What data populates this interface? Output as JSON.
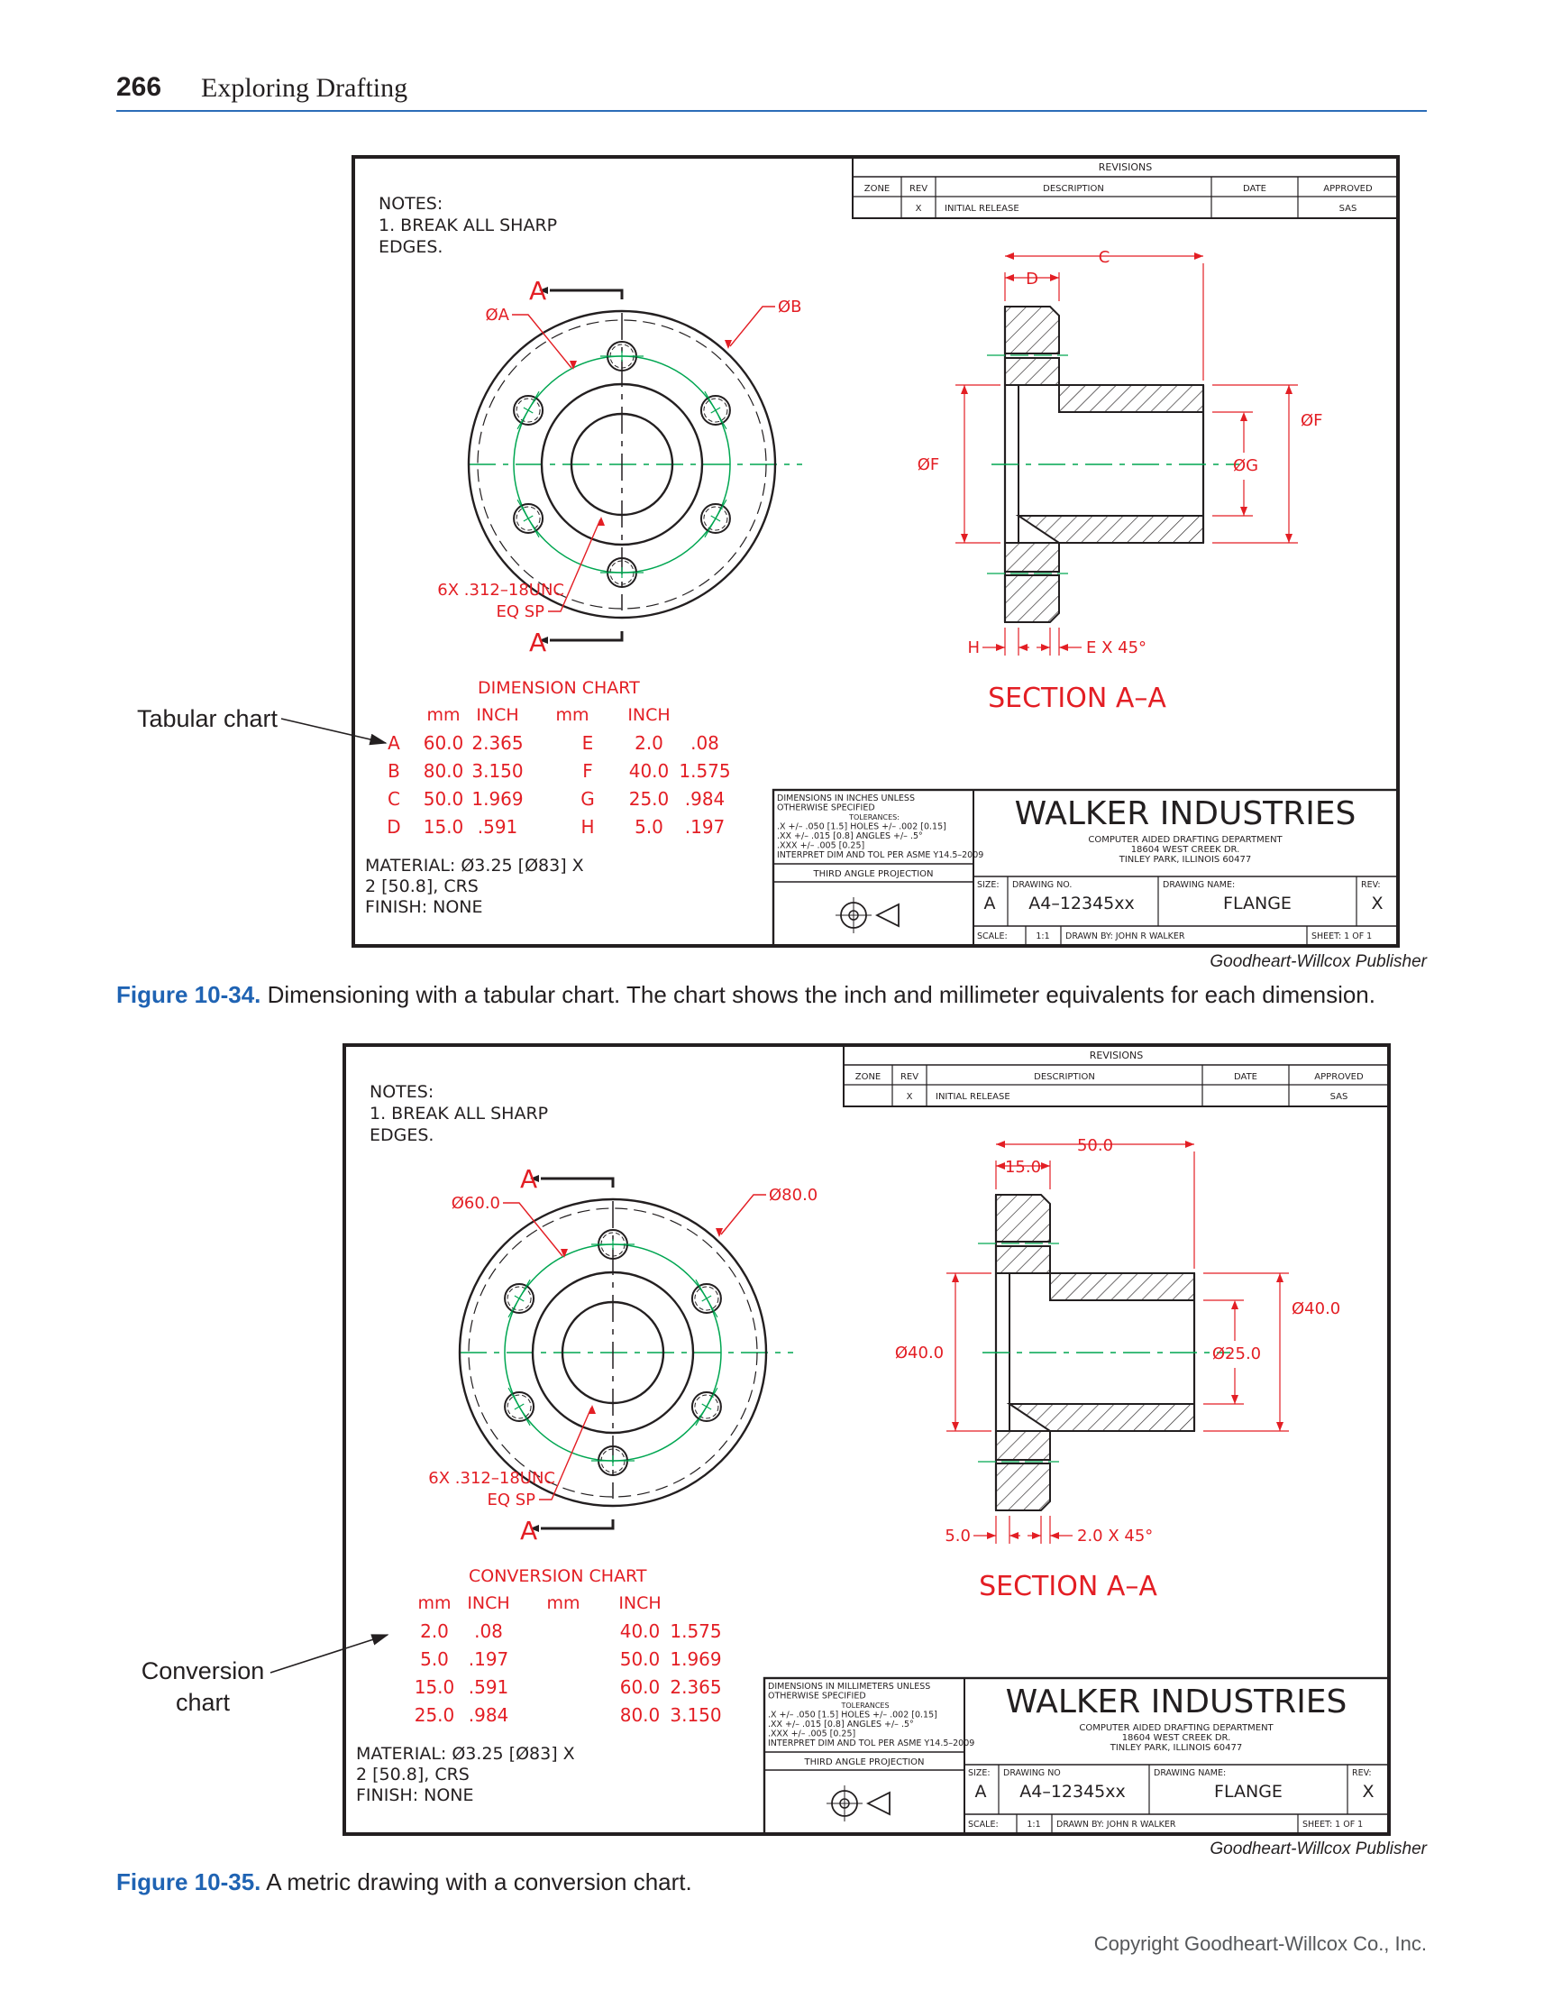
{
  "page": {
    "number": "266",
    "book_title": "Exploring Drafting",
    "copyright": "Copyright Goodheart-Willcox Co., Inc."
  },
  "colors": {
    "accent_blue": "#1f63b3",
    "dimension_red": "#e31e24",
    "centerline_green": "#00a651",
    "ink": "#231f20"
  },
  "figures": [
    {
      "id": "fig1",
      "label": "Figure 10-34.",
      "caption": " Dimensioning with a tabular chart. The chart shows the inch and millimeter equivalents for each dimension.",
      "credit": "Goodheart-Willcox Publisher",
      "callout_lines": [
        "Tabular chart"
      ],
      "drawing": {
        "revisions": {
          "title": "REVISIONS",
          "headers": [
            "ZONE",
            "REV",
            "DESCRIPTION",
            "DATE",
            "APPROVED"
          ],
          "row": [
            "",
            "X",
            "INITIAL RELEASE",
            "",
            "SAS"
          ]
        },
        "notes": [
          "NOTES:",
          "1. BREAK ALL SHARP",
          "EDGES."
        ],
        "front_labels": {
          "cut_top": "A",
          "cut_bottom": "A",
          "dia_a": "ØA",
          "dia_b": "ØB",
          "thread_1": "6X .312–18UNC",
          "thread_2": "EQ SP"
        },
        "section_labels": {
          "c": "C",
          "d": "D",
          "f_left": "ØF",
          "f_right": "ØF",
          "g": "ØG",
          "h": "H",
          "chamfer": "E X 45°",
          "title": "SECTION A–A"
        },
        "chart": {
          "title": "DIMENSION CHART",
          "headers": [
            "mm",
            "INCH",
            "mm",
            "INCH"
          ],
          "rows": [
            [
              "A",
              "60.0",
              "2.365",
              "E",
              "2.0",
              ".08"
            ],
            [
              "B",
              "80.0",
              "3.150",
              "F",
              "40.0",
              "1.575"
            ],
            [
              "C",
              "50.0",
              "1.969",
              "G",
              "25.0",
              ".984"
            ],
            [
              "D",
              "15.0",
              ".591",
              "H",
              "5.0",
              ".197"
            ]
          ]
        },
        "material": [
          "MATERIAL: Ø3.25 [Ø83] X",
          "2 [50.8], CRS",
          "FINISH: NONE"
        ],
        "tolerance_block": {
          "lines": [
            "DIMENSIONS IN INCHES UNLESS",
            "OTHERWISE SPECIFIED",
            "TOLERANCES:",
            ".X  +/– .050 [1.5]   HOLES  +/– .002 [0.15]",
            ".XX  +/– .015 [0.8]   ANGLES +/– .5°",
            ".XXX +/– .005 [0.25]",
            "INTERPRET DIM AND TOL PER ASME Y14.5–2009"
          ],
          "projection": "THIRD ANGLE PROJECTION"
        },
        "title_block": {
          "company": "WALKER   INDUSTRIES",
          "dept": [
            "COMPUTER AIDED DRAFTING DEPARTMENT",
            "18604 WEST CREEK DR.",
            "TINLEY PARK, ILLINOIS 60477"
          ],
          "size_label": "SIZE:",
          "size": "A",
          "drawing_no_label": "DRAWING NO.",
          "drawing_no": "A4–12345xx",
          "drawing_name_label": "DRAWING NAME:",
          "drawing_name": "FLANGE",
          "rev_label": "REV:",
          "rev": "X",
          "scale_label": "SCALE:",
          "scale": "1:1",
          "drawn_by": "DRAWN BY: JOHN R WALKER",
          "sheet": "SHEET:  1  OF  1"
        }
      }
    },
    {
      "id": "fig2",
      "label": "Figure 10-35.",
      "caption": " A metric drawing with a conversion chart.",
      "credit": "Goodheart-Willcox Publisher",
      "callout_lines": [
        "Conversion",
        "chart"
      ],
      "drawing": {
        "revisions": {
          "title": "REVISIONS",
          "headers": [
            "ZONE",
            "REV",
            "DESCRIPTION",
            "DATE",
            "APPROVED"
          ],
          "row": [
            "",
            "X",
            "INITIAL RELEASE",
            "",
            "SAS"
          ]
        },
        "notes": [
          "NOTES:",
          "1. BREAK ALL SHARP",
          "EDGES."
        ],
        "front_labels": {
          "cut_top": "A",
          "cut_bottom": "A",
          "dia_a": "Ø60.0",
          "dia_b": "Ø80.0",
          "thread_1": "6X .312–18UNC",
          "thread_2": "EQ SP"
        },
        "section_labels": {
          "c": "50.0",
          "d": "15.0",
          "f_left": "Ø40.0",
          "f_right": "Ø40.0",
          "g": "Ø25.0",
          "h": "5.0",
          "chamfer": "2.0 X 45°",
          "title": "SECTION A–A"
        },
        "chart": {
          "title": "CONVERSION CHART",
          "headers": [
            "mm",
            "INCH",
            "mm",
            "INCH"
          ],
          "rows": [
            [
              "",
              "2.0",
              ".08",
              "",
              "40.0",
              "1.575"
            ],
            [
              "",
              "5.0",
              ".197",
              "",
              "50.0",
              "1.969"
            ],
            [
              "",
              "15.0",
              ".591",
              "",
              "60.0",
              "2.365"
            ],
            [
              "",
              "25.0",
              ".984",
              "",
              "80.0",
              "3.150"
            ]
          ]
        },
        "material": [
          "MATERIAL: Ø3.25 [Ø83] X",
          "2 [50.8], CRS",
          "FINISH: NONE"
        ],
        "tolerance_block": {
          "lines": [
            "DIMENSIONS IN MILLIMETERS UNLESS",
            "OTHERWISE SPECIFIED",
            "TOLERANCES",
            ".X  +/– .050 [1.5]   HOLES  +/– .002 [0.15]",
            ".XX  +/– .015 [0.8]   ANGLES +/– .5°",
            ".XXX +/– .005 [0.25]",
            "INTERPRET DIM AND TOL PER ASME Y14.5–2009"
          ],
          "projection": "THIRD ANGLE PROJECTION"
        },
        "title_block": {
          "company": "WALKER   INDUSTRIES",
          "dept": [
            "COMPUTER AIDED DRAFTING DEPARTMENT",
            "18604 WEST CREEK DR.",
            "TINLEY PARK, ILLINOIS 60477"
          ],
          "size_label": "SIZE:",
          "size": "A",
          "drawing_no_label": "DRAWING NO",
          "drawing_no": "A4–12345xx",
          "drawing_name_label": "DRAWING NAME:",
          "drawing_name": "FLANGE",
          "rev_label": "REV:",
          "rev": "X",
          "scale_label": "SCALE:",
          "scale": "1:1",
          "drawn_by": "DRAWN BY: JOHN R WALKER",
          "sheet": "SHEET:  1  OF  1"
        }
      }
    }
  ]
}
